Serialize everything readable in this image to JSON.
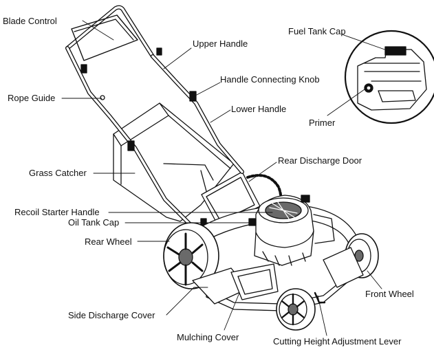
{
  "colors": {
    "ink": "#111111",
    "background": "#ffffff",
    "shade": "#6a6a6a"
  },
  "labels": {
    "blade_control": "Blade Control",
    "upper_handle": "Upper Handle",
    "fuel_tank_cap": "Fuel Tank Cap",
    "handle_connecting_knob": "Handle Connecting Knob",
    "rope_guide": "Rope Guide",
    "lower_handle": "Lower Handle",
    "primer": "Primer",
    "grass_catcher": "Grass Catcher",
    "rear_discharge_door": "Rear Discharge Door",
    "recoil_starter_handle": "Recoil Starter Handle",
    "oil_tank_cap": "Oil Tank Cap",
    "rear_wheel": "Rear Wheel",
    "front_wheel": "Front Wheel",
    "side_discharge_cover": "Side Discharge Cover",
    "mulching_cover": "Mulching Cover",
    "cutting_height_adjustment_lever": "Cutting Height Adjustment Lever"
  }
}
